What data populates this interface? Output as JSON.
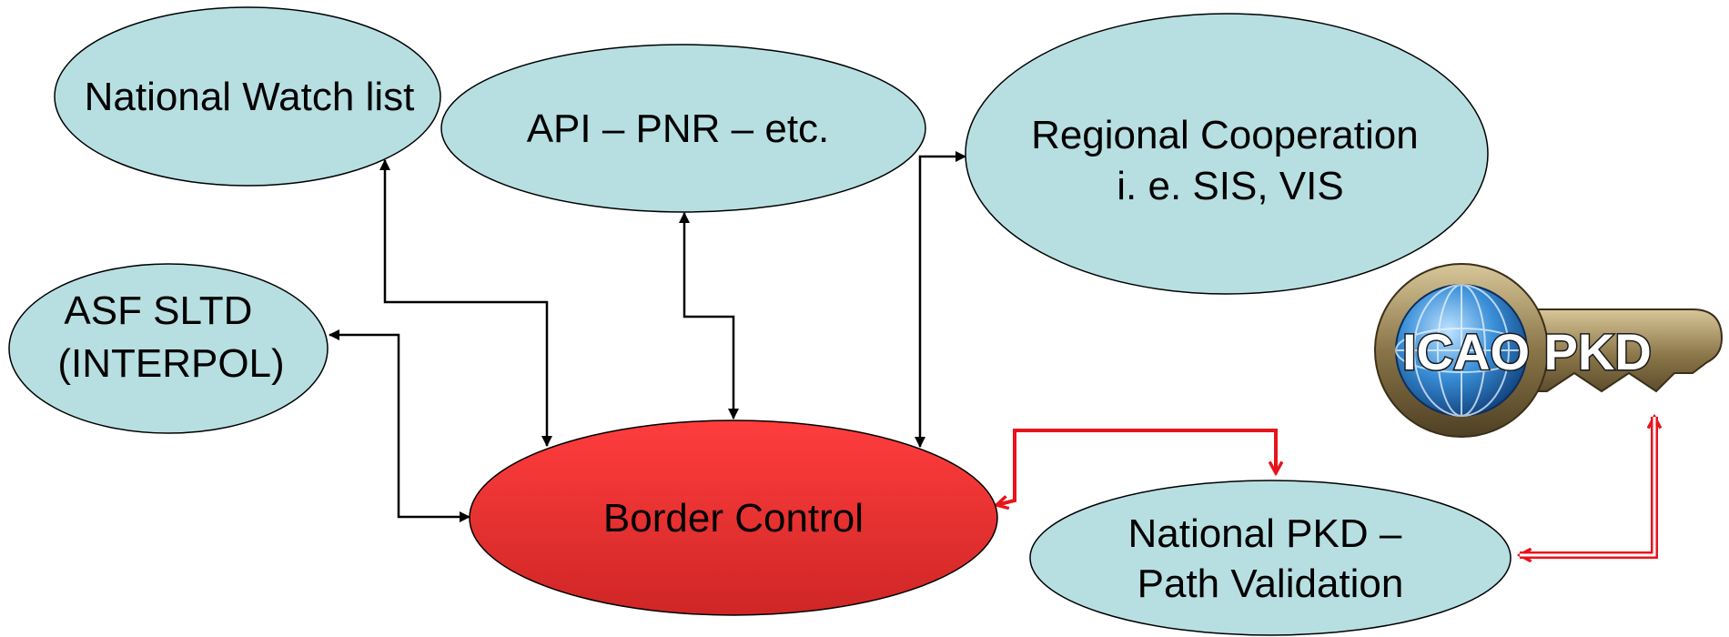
{
  "nodes": {
    "watchlist": {
      "lines": [
        "National Watch list"
      ]
    },
    "api_pnr": {
      "lines": [
        "API – PNR – etc."
      ]
    },
    "regional": {
      "lines": [
        "Regional Cooperation",
        "i. e. SIS, VIS"
      ]
    },
    "asf_sltd": {
      "lines": [
        "ASF SLTD",
        "(INTERPOL)"
      ]
    },
    "border": {
      "lines": [
        "Border Control"
      ]
    },
    "national_pkd": {
      "lines": [
        "National PKD –",
        "Path Validation"
      ]
    }
  },
  "logo": {
    "text": "ICAO PKD"
  },
  "colors": {
    "node_fill": "#b7dfe2",
    "border_fill_top": "#ff3b3b",
    "border_fill_bottom": "#d42a2a",
    "connector": "#000000",
    "pkd_connector": "#e8141b"
  }
}
